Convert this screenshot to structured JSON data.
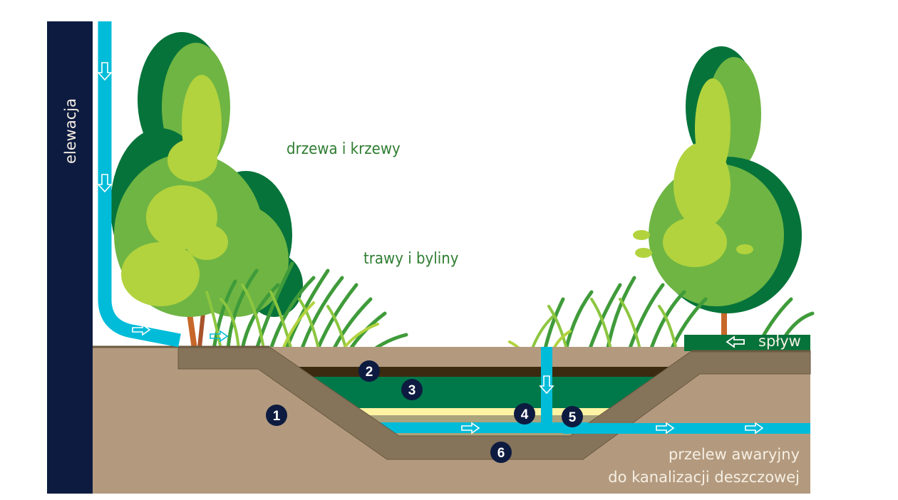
{
  "wall_label": "elewacja",
  "labels": {
    "trees": "drzewa i krzewy",
    "grasses": "trawy i byliny",
    "runoff": "spływ",
    "overflow_line1": "przelew awaryjny",
    "overflow_line2": "do kanalizacji deszczowej"
  },
  "markers": [
    "1",
    "2",
    "3",
    "4",
    "5",
    "6"
  ],
  "colors": {
    "wall": "#0d1b40",
    "water": "#00bcd9",
    "soil": "#b39a7e",
    "soil_dark": "#85735a",
    "mulch": "#3b2a10",
    "substrate": "#00794a",
    "sand": "#fff4a3",
    "gravel": "#aaa37b",
    "marker": "#0d1b40"
  }
}
